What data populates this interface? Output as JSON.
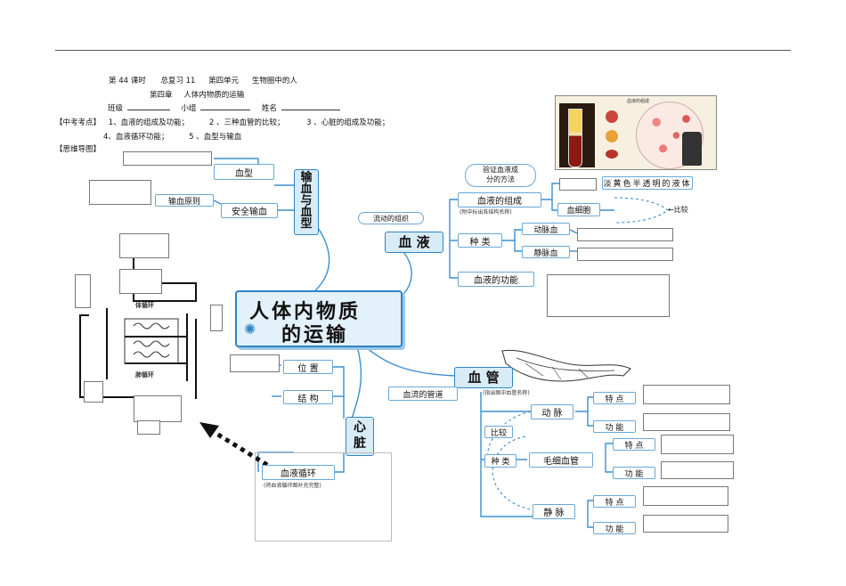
{
  "header": {
    "lesson": "第 44 课时",
    "review": "总复习 11",
    "unit": "第四单元",
    "unit_title": "生物圈中的人",
    "chapter": "第四章",
    "chapter_title": "人体内物质的运输",
    "class_label": "班级",
    "group_label": "小组",
    "name_label": "姓名",
    "exam_points_label": "【中考考点】",
    "point1": "1、血液的组成及功能；",
    "point2": "2 、三种血管的比较；",
    "point3": "3 、心脏的组成及功能；",
    "point4": "4、血液循环功能；",
    "point5": "5 、血型与输血",
    "mindmap_label": "【思维导图】"
  },
  "map": {
    "center_line1": "人体内物质",
    "center_line2": "的运输",
    "transfusion_hub": [
      "输",
      "血",
      "与",
      "血",
      "型"
    ],
    "blood_type": "血型",
    "transfusion_principle": "输血原则",
    "safe_transfusion": "安全输血",
    "flowing_tissue": "流动的组织",
    "blood_hub": "血 液",
    "verify_line1": "验证血液成",
    "verify_line2": "分的方法",
    "blood_composition": "血液的组成",
    "composition_note": "(附中标出各结构名称)",
    "plasma_desc": "淡黄色半透明的液体",
    "blood_cells": "血细胞",
    "compare": "比较",
    "types": "种 类",
    "arterial_blood": "动脉血",
    "venous_blood": "静脉血",
    "blood_function": "血液的功能",
    "vessel_hub": "血 管",
    "vessel_pipe": "血流的管道",
    "vessel_note": "(指出图中血管名称)",
    "artery": "动 脉",
    "capillary": "毛细血管",
    "vein": "静 脉",
    "feature": "特 点",
    "function": "功 能",
    "compare2": "比较",
    "types2": "种 类",
    "heart_hub": [
      "心",
      "脏"
    ],
    "position": "位 置",
    "structure": "结 构",
    "circulation": "血液循环",
    "circulation_note": "(将血液循环图补充完整)",
    "circ_label_top": "体循环",
    "circ_label_bottom": "肺循环",
    "chart_title": "血液的组成"
  },
  "colors": {
    "accent": "#2f84c6",
    "hub_fill": "#d8ecf8",
    "line": "#3a8fd0"
  }
}
